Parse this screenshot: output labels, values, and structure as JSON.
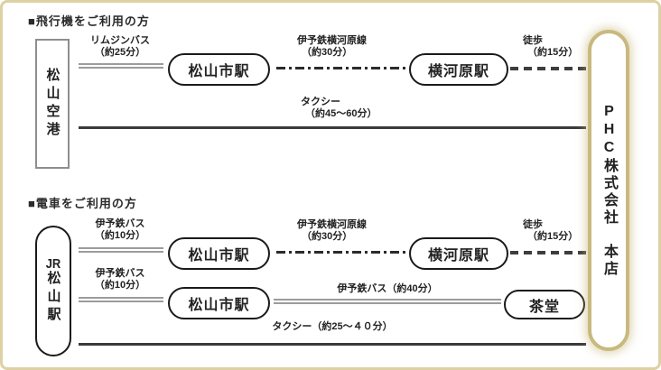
{
  "colors": {
    "frame_border": "#ddd1a4",
    "pill_border": "#c8b97e",
    "bus_line": "#9c9c9c",
    "rail_line": "#2b2b2b",
    "walk_line": "#3d3d3d",
    "taxi_line": "#3a3a3a",
    "box_border_gray": "#8e8e8e",
    "box_border_dark": "#1a1a1a"
  },
  "air": {
    "heading": "■飛行機をご利用の方",
    "origin": "松山空港",
    "limousine_bus": {
      "line1": "リムジンバス",
      "line2": "（約25分）"
    },
    "station1": "松山市駅",
    "railway": {
      "line1": "伊予鉄横河原線",
      "line2": "（約30分）"
    },
    "station2": "横河原駅",
    "walk": {
      "line1": "徒歩",
      "line2": "（約15分）"
    },
    "taxi": {
      "line1": "タクシー",
      "line2": "（約45～60分）"
    }
  },
  "train": {
    "heading": "■電車をご利用の方",
    "origin_jr": "JR",
    "origin_rest": "松山駅",
    "bus1": {
      "line1": "伊予鉄バス",
      "line2": "（約10分）"
    },
    "station1": "松山市駅",
    "railway": {
      "line1": "伊予鉄横河原線",
      "line2": "（約30分）"
    },
    "station2": "横河原駅",
    "walk": {
      "line1": "徒歩",
      "line2": "（約15分）"
    },
    "bus2": {
      "line1": "伊予鉄バス",
      "line2": "（約10分）"
    },
    "station3": "松山市駅",
    "bus3_label": "伊予鉄バス（約40分）",
    "station4": "茶堂",
    "taxi_label": "タクシー（約25～４０分）"
  },
  "destination": {
    "label": "PHC株式会社　本店"
  }
}
